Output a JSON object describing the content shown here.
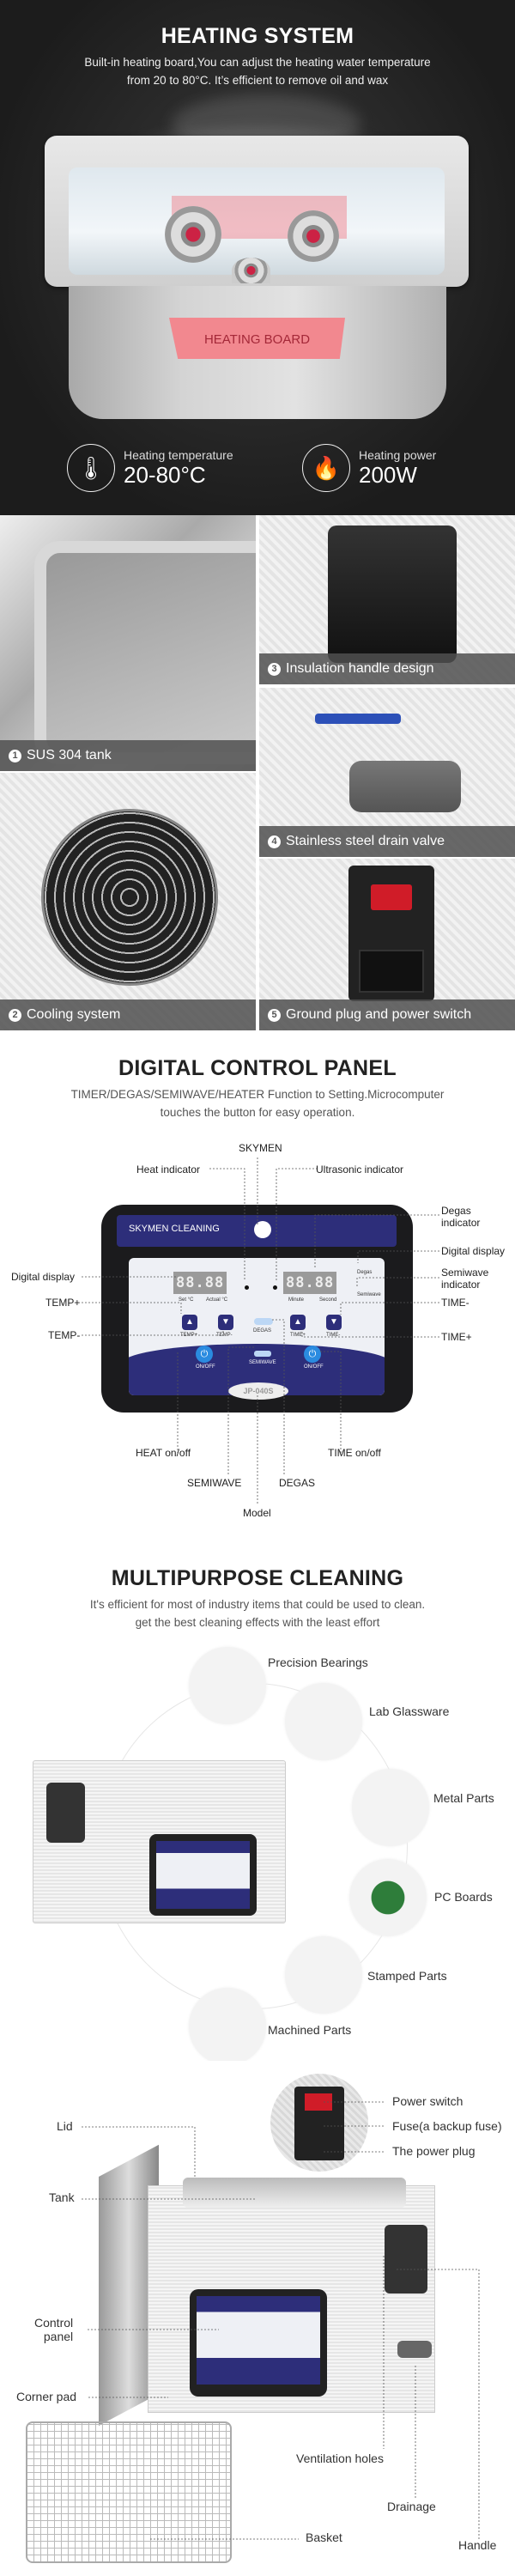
{
  "heating": {
    "title": "HEATING SYSTEM",
    "subtitle_line1": "Built-in heating board,You can adjust the heating water temperature",
    "subtitle_line2": "from 20 to 80°C. It’s efficient to remove oil and wax",
    "board_label": "HEATING BOARD",
    "stats": [
      {
        "icon": "thermometer-icon",
        "label": "Heating temperature",
        "value": "20-80°C"
      },
      {
        "icon": "flame-icon",
        "label": "Heating power",
        "value": "200W"
      }
    ]
  },
  "features": [
    {
      "num": "1",
      "label": "SUS 304 tank"
    },
    {
      "num": "2",
      "label": "Cooling system"
    },
    {
      "num": "3",
      "label": "Insulation handle design"
    },
    {
      "num": "4",
      "label": "Stainless steel drain valve"
    },
    {
      "num": "5",
      "label": "Ground plug and power switch"
    }
  ],
  "control_panel": {
    "title": "DIGITAL CONTROL PANEL",
    "subtitle_line1": "TIMER/DEGAS/SEMIWAVE/HEATER Function to Setting.Microcomputer",
    "subtitle_line2": "touches the button for easy operation.",
    "callouts": {
      "skymen": "SKYMEN",
      "heat_indicator": "Heat indicator",
      "ultrasonic_indicator": "Ultrasonic indicator",
      "degas_indicator": "Degas\nindicator",
      "digital_display_right": "Digital display",
      "semiwave_indicator": "Semiwave\nindicator",
      "time_minus": "TIME-",
      "time_plus": "TIME+",
      "digital_display_left": "Digital display",
      "temp_plus": "TEMP+",
      "temp_minus": "TEMP-",
      "heat_onoff": "HEAT on/off",
      "semiwave": "SEMIWAVE",
      "degas": "DEGAS",
      "time_onoff": "TIME on/off",
      "model": "Model"
    },
    "panel": {
      "brand": "SKYMEN CLEANING",
      "display_left": "88.88",
      "display_right": "88.88",
      "set": "Set °C",
      "actual": "Actual °C",
      "minute": "Minute",
      "second": "Second",
      "degas": "Degas",
      "semiwave": "Semiwave",
      "temp_plus": "TEMP+",
      "temp_minus": "TEMP-",
      "degas_btn": "DEGAS",
      "time_plus": "TIME+",
      "time_minus": "TIME-",
      "heat_onoff": "ON/OFF",
      "semiwave_btn": "SEMIWAVE",
      "time_onoff": "ON/OFF",
      "model": "JP-040S"
    }
  },
  "multipurpose": {
    "title": "MULTIPURPOSE CLEANING",
    "subtitle_line1": "It's efficient for most of industry items that could be used to clean.",
    "subtitle_line2": "get the best cleaning effects with the least effort",
    "items": [
      "Precision Bearings",
      "Lab Glassware",
      "Metal Parts",
      "PC Boards",
      "Stamped Parts",
      "Machined Parts"
    ]
  },
  "parts": {
    "power_switch": "Power switch",
    "fuse": "Fuse(a backup fuse)",
    "power_plug": "The power plug",
    "lid": "Lid",
    "tank": "Tank",
    "control_panel": "Control\npanel",
    "corner_pad": "Corner pad",
    "ventilation": "Ventilation holes",
    "drainage": "Drainage",
    "basket": "Basket",
    "handle": "Handle"
  }
}
